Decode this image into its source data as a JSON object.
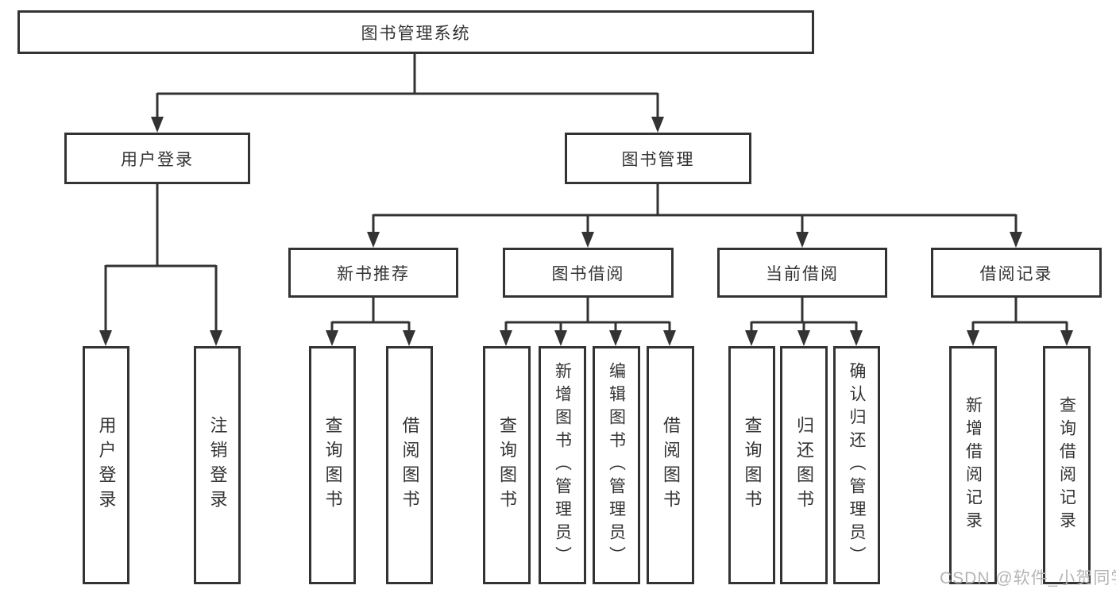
{
  "diagram": {
    "root": {
      "label": "图书管理系统"
    },
    "level2": [
      {
        "label": "用户登录"
      },
      {
        "label": "图书管理"
      }
    ],
    "level3": [
      {
        "label": "新书推荐"
      },
      {
        "label": "图书借阅"
      },
      {
        "label": "当前借阅"
      },
      {
        "label": "借阅记录"
      }
    ],
    "leaves": {
      "user_login": [
        "用户登录",
        "注销登录"
      ],
      "new_books": [
        "查询图书",
        "借阅图书"
      ],
      "book_borrow": [
        "查询图书",
        "新增图书（管理员）",
        "编辑图书（管理员）",
        "借阅图书"
      ],
      "current_borrow": [
        "查询图书",
        "归还图书",
        "确认归还（管理员）"
      ],
      "borrow_records": [
        "新增借阅记录",
        "查询借阅记录"
      ]
    }
  },
  "watermark": "CSDN @软件_小贺同学",
  "colors": {
    "line": "#333333",
    "text": "#333333",
    "watermark": "#b5b5b5",
    "background": "#ffffff"
  }
}
